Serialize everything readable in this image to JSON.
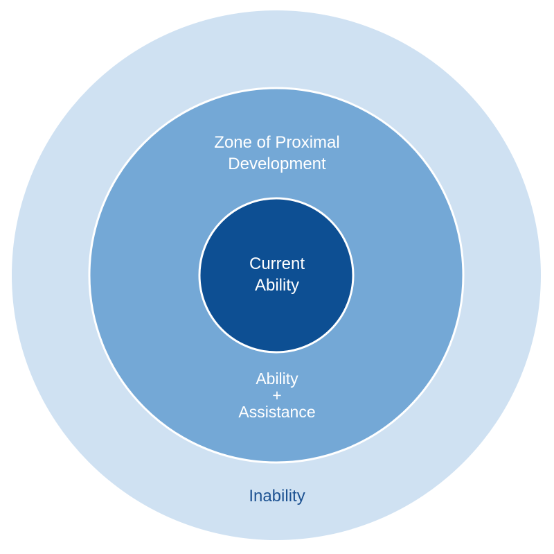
{
  "colors": {
    "outer_ring": "#cfe1f2",
    "middle_ring": "#74a8d6",
    "inner_circle": "#0d4f93",
    "ring_border": "#ffffff",
    "light_text": "#ffffff",
    "dark_text": "#1d5292"
  },
  "zones": {
    "outer": {
      "label": "Inability"
    },
    "middle": {
      "title_line1": "Zone of Proximal",
      "title_line2": "Development",
      "note_line1": "Ability",
      "note_line2": "+",
      "note_line3": "Assistance"
    },
    "inner": {
      "label_line1": "Current",
      "label_line2": "Ability"
    }
  }
}
